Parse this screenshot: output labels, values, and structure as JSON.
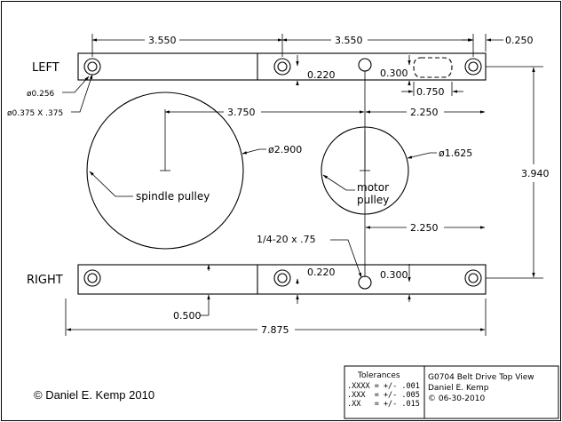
{
  "side_labels": {
    "left": "LEFT",
    "right": "RIGHT"
  },
  "dimensions": {
    "span_left": "3.550",
    "span_right": "3.550",
    "edge_offset": "0.250",
    "hole_offset_left_bar": "0.220",
    "hole_offset_left_bar_2": "0.300",
    "slot_length": "0.750",
    "pulley_center_distance": "3.750",
    "motor_offset_top": "2.250",
    "motor_offset_bottom": "2.250",
    "bar_spacing": "3.940",
    "hole_offset_right_bar": "0.220",
    "hole_offset_right_bar_2": "0.300",
    "bar_width": "0.500",
    "overall_length": "7.875"
  },
  "callouts": {
    "hole_diameter": "ø0.256",
    "counterbore": "ø0.375 X .375",
    "spindle_diameter": "ø2.900",
    "motor_diameter": "ø1.625",
    "thread_spec": "1/4-20 x .75"
  },
  "pulleys": {
    "spindle": "spindle pulley",
    "motor_line1": "motor",
    "motor_line2": "pulley"
  },
  "copyright": "© Daniel E. Kemp 2010",
  "title_block": {
    "tolerances_heading": "Tolerances",
    "tol_xxxx": ".XXXX = +/- .001",
    "tol_xxx": ".XXX  = +/- .005",
    "tol_xx": ".XX   = +/- .015",
    "title": "G0704 Belt Drive Top View",
    "author": "Daniel E. Kemp",
    "date": "© 06-30-2010"
  }
}
